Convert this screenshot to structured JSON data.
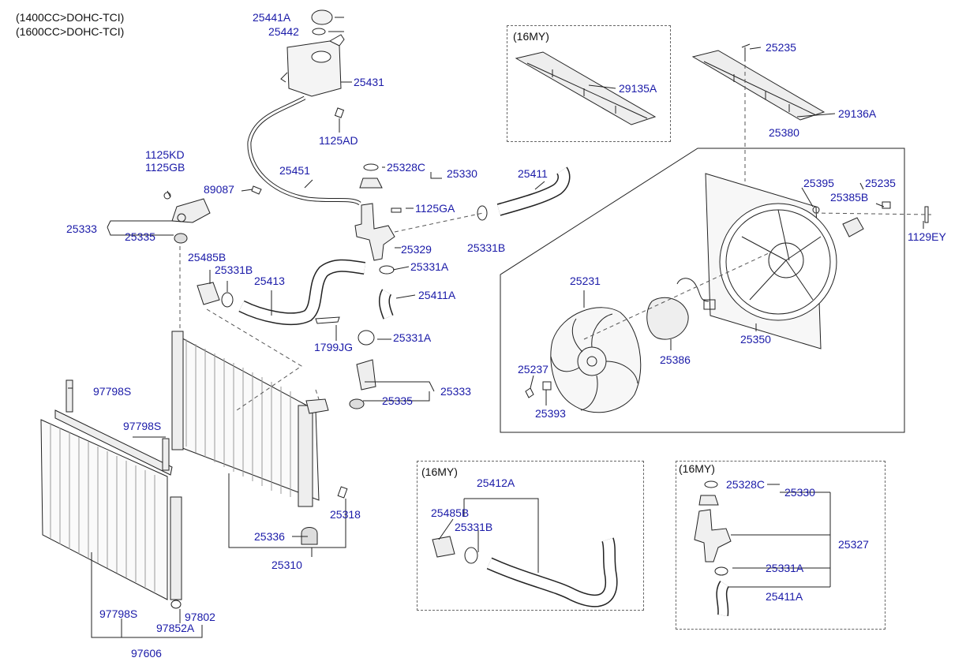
{
  "header": {
    "line1": "(1400CC>DOHC-TCI)",
    "line2": "(1600CC>DOHC-TCI)"
  },
  "boxes": {
    "16my_a": "(16MY)",
    "16my_b": "(16MY)",
    "16my_c": "(16MY)"
  },
  "parts": {
    "p25441A": "25441A",
    "p25442": "25442",
    "p25431": "25431",
    "p1125AD": "1125AD",
    "p25451": "25451",
    "p89087": "89087",
    "p25328C": "25328C",
    "p25330": "25330",
    "p1125GA": "1125GA",
    "p25411": "25411",
    "p25331B_top": "25331B",
    "p25329": "25329",
    "p25331A_1": "25331A",
    "p25411A": "25411A",
    "p25331A_2": "25331A",
    "p1125KD": "1125KD",
    "p1125GB": "1125GB",
    "p25333_l": "25333",
    "p25335_l": "25335",
    "p25485B": "25485B",
    "p25331B_l": "25331B",
    "p25413": "25413",
    "p1799JG": "1799JG",
    "p25333_r": "25333",
    "p25335_r": "25335",
    "p97798S_1": "97798S",
    "p97798S_2": "97798S",
    "p25318": "25318",
    "p25336": "25336",
    "p25310": "25310",
    "p97798S_3": "97798S",
    "p97802": "97802",
    "p97852A": "97852A",
    "p97606": "97606",
    "p29135A": "29135A",
    "p25235_top": "25235",
    "p29136A": "29136A",
    "p25380": "25380",
    "p25395": "25395",
    "p25235_r": "25235",
    "p25385B": "25385B",
    "p1129EY": "1129EY",
    "p25231": "25231",
    "p25350": "25350",
    "p25386": "25386",
    "p25237": "25237",
    "p25393": "25393",
    "p25412A": "25412A",
    "p25485B_b": "25485B",
    "p25331B_b": "25331B",
    "p25328C_r": "25328C",
    "p25330_r": "25330",
    "p25327": "25327",
    "p25331A_r": "25331A",
    "p25411A_r": "25411A"
  }
}
